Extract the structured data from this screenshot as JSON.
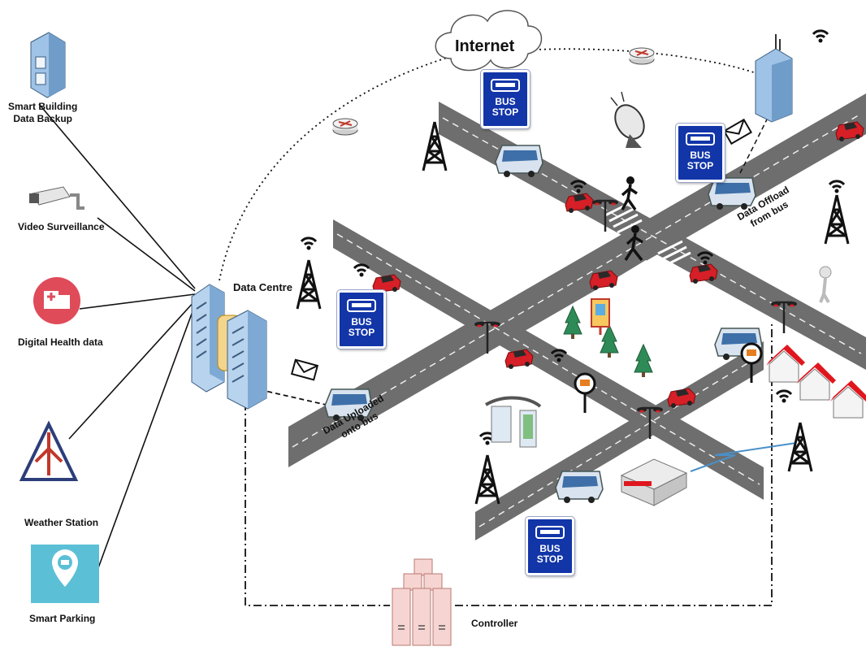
{
  "left_sources": [
    {
      "label": "Smart Building\nData Backup",
      "icon": "building-icon"
    },
    {
      "label": "Video Surveillance",
      "icon": "cctv-camera-icon"
    },
    {
      "label": "Digital Health data",
      "icon": "hospital-icon"
    },
    {
      "label": "Weather Station",
      "icon": "wind-turbine-icon"
    },
    {
      "label": "Smart Parking",
      "icon": "parking-pin-icon"
    }
  ],
  "network": {
    "internet_label": "Internet",
    "data_centre_label": "Data Centre",
    "controller_label": "Controller"
  },
  "annotations": {
    "uploaded": "Data Uploaded\nonto bus",
    "offload": "Data Offload\nfrom bus"
  },
  "bus_stop_sign": {
    "line1": "BUS",
    "line2": "STOP"
  },
  "colors": {
    "road": "#6e6e6e",
    "sign_blue": "#1235a8",
    "car_red": "#d61f26",
    "building_blue": "#9fc3e6",
    "health_red": "#e04b5a",
    "parking_teal": "#5bc0d6"
  }
}
